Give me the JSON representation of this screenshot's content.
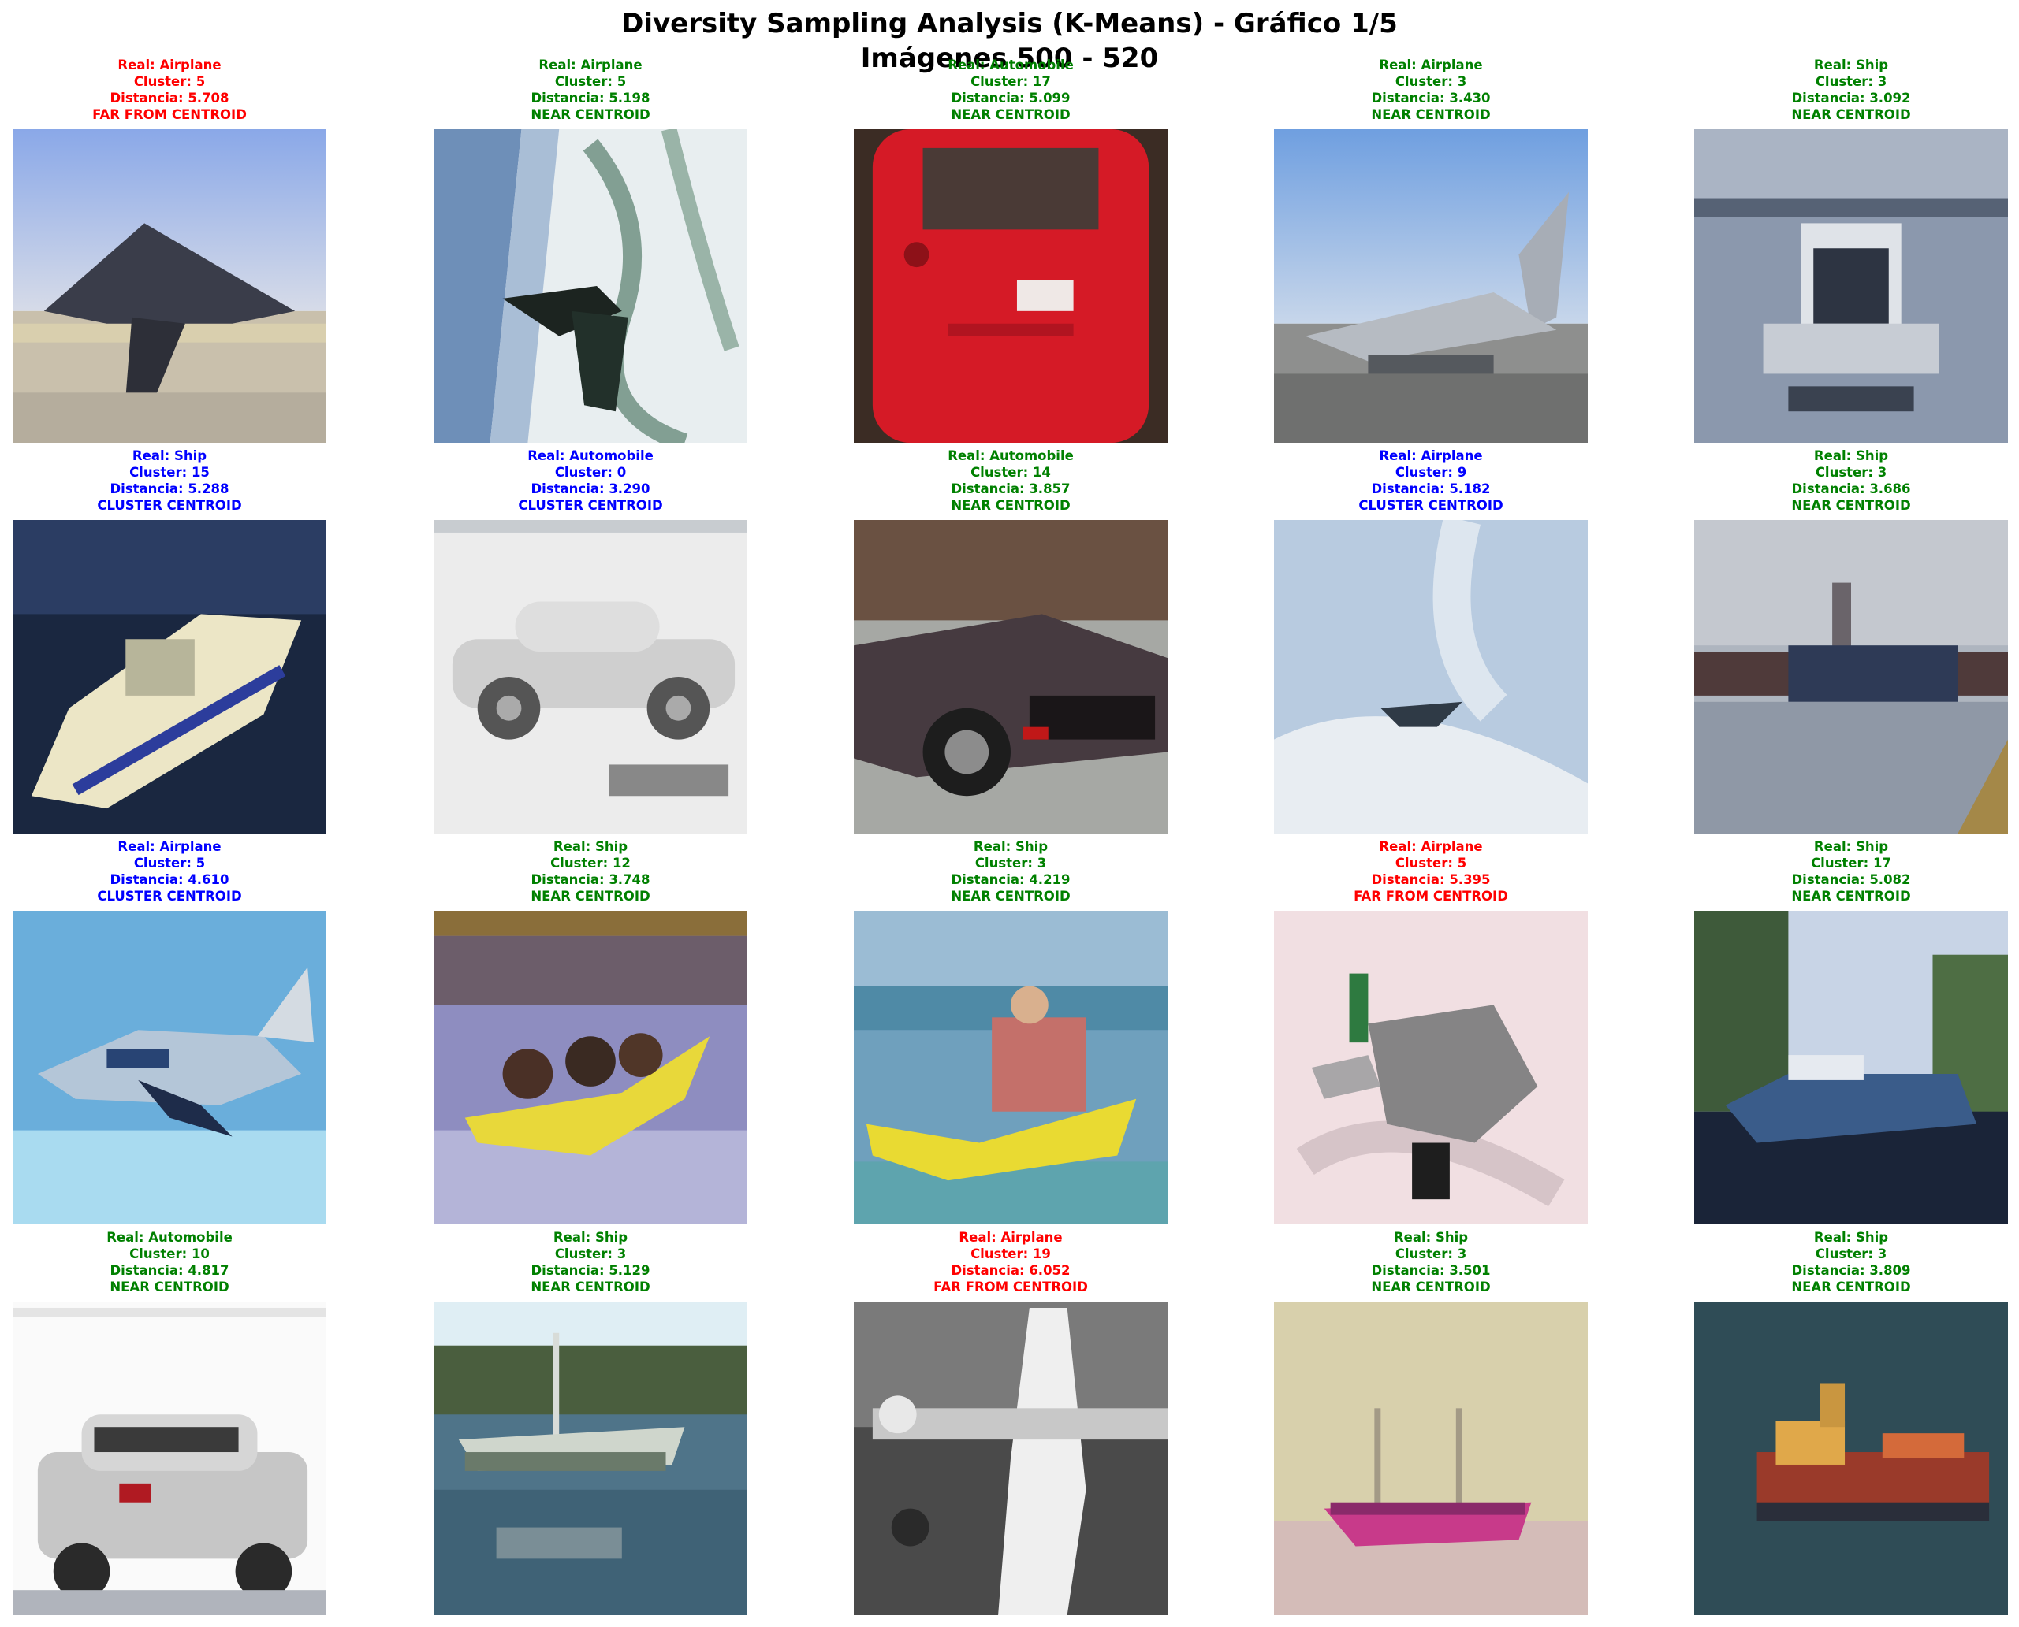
{
  "figure": {
    "title_line1": "Diversity Sampling Analysis (K-Means) - Gráfico 1/5",
    "title_line2": "Imágenes 500 - 520"
  },
  "colors": {
    "far": "#ff0000",
    "near": "#008000",
    "centroid": "#0000ff"
  },
  "images": [
    {
      "real": "Real: Airplane",
      "cluster": "Cluster: 5",
      "distance": "Distancia: 5.708",
      "status": "FAR FROM CENTROID",
      "color": "#ff0000"
    },
    {
      "real": "Real: Airplane",
      "cluster": "Cluster: 5",
      "distance": "Distancia: 5.198",
      "status": "NEAR CENTROID",
      "color": "#008000"
    },
    {
      "real": "Real: Automobile",
      "cluster": "Cluster: 17",
      "distance": "Distancia: 5.099",
      "status": "NEAR CENTROID",
      "color": "#008000"
    },
    {
      "real": "Real: Airplane",
      "cluster": "Cluster: 3",
      "distance": "Distancia: 3.430",
      "status": "NEAR CENTROID",
      "color": "#008000"
    },
    {
      "real": "Real: Ship",
      "cluster": "Cluster: 3",
      "distance": "Distancia: 3.092",
      "status": "NEAR CENTROID",
      "color": "#008000"
    },
    {
      "real": "Real: Ship",
      "cluster": "Cluster: 15",
      "distance": "Distancia: 5.288",
      "status": "CLUSTER CENTROID",
      "color": "#0000ff"
    },
    {
      "real": "Real: Automobile",
      "cluster": "Cluster: 0",
      "distance": "Distancia: 3.290",
      "status": "CLUSTER CENTROID",
      "color": "#0000ff"
    },
    {
      "real": "Real: Automobile",
      "cluster": "Cluster: 14",
      "distance": "Distancia: 3.857",
      "status": "NEAR CENTROID",
      "color": "#008000"
    },
    {
      "real": "Real: Airplane",
      "cluster": "Cluster: 9",
      "distance": "Distancia: 5.182",
      "status": "CLUSTER CENTROID",
      "color": "#0000ff"
    },
    {
      "real": "Real: Ship",
      "cluster": "Cluster: 3",
      "distance": "Distancia: 3.686",
      "status": "NEAR CENTROID",
      "color": "#008000"
    },
    {
      "real": "Real: Airplane",
      "cluster": "Cluster: 5",
      "distance": "Distancia: 4.610",
      "status": "CLUSTER CENTROID",
      "color": "#0000ff"
    },
    {
      "real": "Real: Ship",
      "cluster": "Cluster: 12",
      "distance": "Distancia: 3.748",
      "status": "NEAR CENTROID",
      "color": "#008000"
    },
    {
      "real": "Real: Ship",
      "cluster": "Cluster: 3",
      "distance": "Distancia: 4.219",
      "status": "NEAR CENTROID",
      "color": "#008000"
    },
    {
      "real": "Real: Airplane",
      "cluster": "Cluster: 5",
      "distance": "Distancia: 5.395",
      "status": "FAR FROM CENTROID",
      "color": "#ff0000"
    },
    {
      "real": "Real: Ship",
      "cluster": "Cluster: 17",
      "distance": "Distancia: 5.082",
      "status": "NEAR CENTROID",
      "color": "#008000"
    },
    {
      "real": "Real: Automobile",
      "cluster": "Cluster: 10",
      "distance": "Distancia: 4.817",
      "status": "NEAR CENTROID",
      "color": "#008000"
    },
    {
      "real": "Real: Ship",
      "cluster": "Cluster: 3",
      "distance": "Distancia: 5.129",
      "status": "NEAR CENTROID",
      "color": "#008000"
    },
    {
      "real": "Real: Airplane",
      "cluster": "Cluster: 19",
      "distance": "Distancia: 6.052",
      "status": "FAR FROM CENTROID",
      "color": "#ff0000"
    },
    {
      "real": "Real: Ship",
      "cluster": "Cluster: 3",
      "distance": "Distancia: 3.501",
      "status": "NEAR CENTROID",
      "color": "#008000"
    },
    {
      "real": "Real: Ship",
      "cluster": "Cluster: 3",
      "distance": "Distancia: 3.809",
      "status": "NEAR CENTROID",
      "color": "#008000"
    }
  ]
}
